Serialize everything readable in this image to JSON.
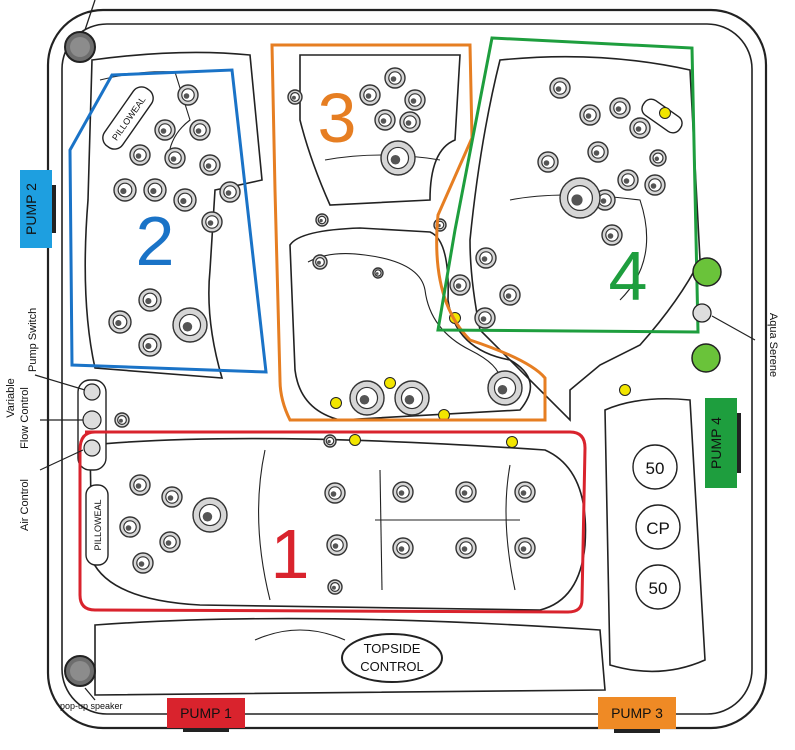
{
  "zones": [
    {
      "number": "1",
      "color": "#d9232d"
    },
    {
      "number": "2",
      "color": "#1a73c7"
    },
    {
      "number": "3",
      "color": "#e67e22"
    },
    {
      "number": "4",
      "color": "#1e9e3e"
    }
  ],
  "pumps": [
    {
      "label": "PUMP  1",
      "color": "#d9232d"
    },
    {
      "label": "PUMP 2",
      "color": "#1e9fe0"
    },
    {
      "label": "PUMP  3",
      "color": "#ef8a25"
    },
    {
      "label": "PUMP 4",
      "color": "#1e9e3e"
    }
  ],
  "callouts": {
    "pump_switch": "Pump Switch",
    "variable_flow_line1": "Variable",
    "variable_flow_line2": "Flow Control",
    "air_control": "Air Control",
    "aqua_serene": "Aqua Serene",
    "popup_speaker": "pop-up speaker"
  },
  "topside": {
    "line1": "TOPSIDE",
    "line2": "CONTROL"
  },
  "breakers": [
    "50",
    "CP",
    "50"
  ],
  "pillow_label": "PILLOWEAL",
  "colors": {
    "shell_outline": "#222222",
    "jet_fill": "#d6d6d6",
    "light_yellow": "#f2e600",
    "aqua_green": "#6ac33a"
  },
  "icons": [
    "speaker-icon",
    "jet-icon",
    "led-light-icon",
    "aqua-serene-icon"
  ]
}
